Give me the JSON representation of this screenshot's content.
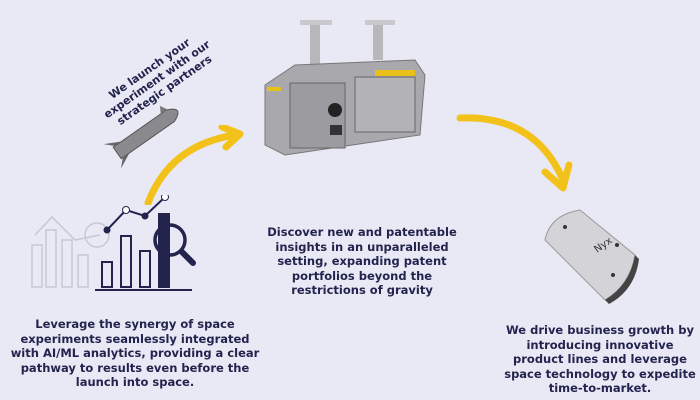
{
  "tagline": "We launch your experiment with our strategic partners",
  "left_text": "Leverage the synergy of space experiments seamlessly integrated with AI/ML analytics, providing a clear pathway to results even before the launch into space.",
  "center_text": "Discover new and patentable insights in an unparalleled setting, expanding patent portfolios beyond the restrictions of gravity",
  "right_text": "We drive business growth by introducing innovative product lines and leverage space technology to expedite time-to-market.",
  "capsule_label": "Nyx",
  "colors": {
    "accent": "#f2c21b",
    "text": "#22244d",
    "background": "#e9e9f6"
  }
}
